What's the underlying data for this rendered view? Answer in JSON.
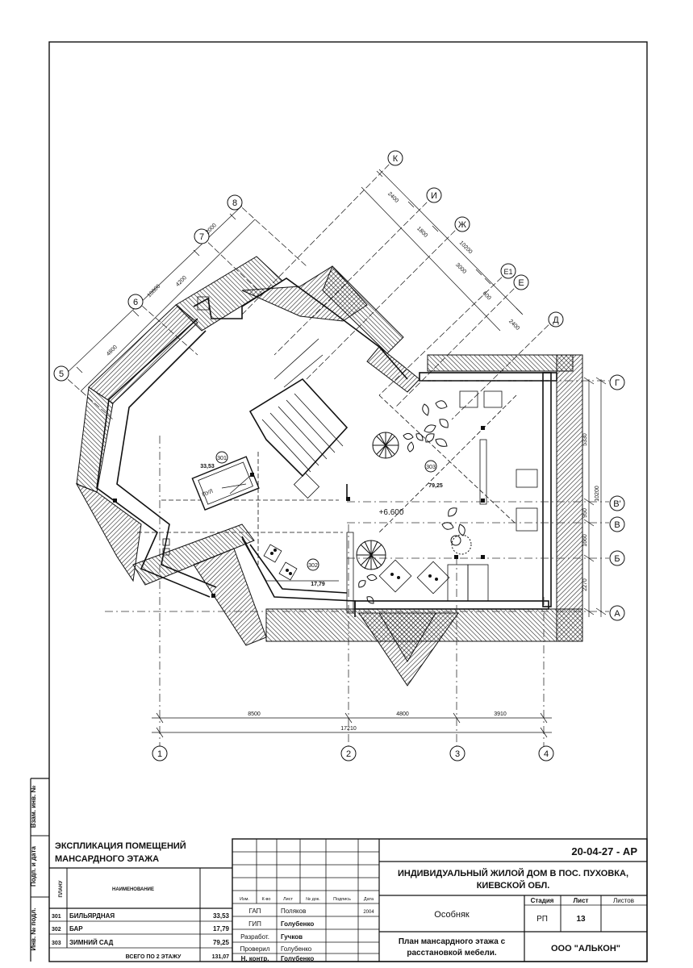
{
  "axes": {
    "vertical": [
      "1",
      "2",
      "3",
      "4"
    ],
    "horizontal": [
      "Г",
      "В'",
      "В",
      "Б",
      "А"
    ],
    "diagonal_top": [
      "К",
      "И",
      "Ж",
      "Е1",
      "Е",
      "Д"
    ],
    "diagonal_left": [
      "8",
      "7",
      "6",
      "5"
    ]
  },
  "dimensions": {
    "bottom": [
      "8500",
      "4800",
      "3910",
      "17210"
    ],
    "right": [
      "5330",
      "950",
      "1660",
      "2270",
      "10200"
    ],
    "diag_right": [
      "2400",
      "1800",
      "3000",
      "600",
      "2400",
      "10200"
    ],
    "diag_left": [
      "2000",
      "4200",
      "4800",
      "10800"
    ]
  },
  "rooms": [
    {
      "num": "301",
      "area": "33,53"
    },
    {
      "num": "302",
      "area": "17,79"
    },
    {
      "num": "303",
      "area": "79,25"
    }
  ],
  "labels": {
    "level": "+6.600",
    "billiard": "ПУЛ"
  },
  "explication": {
    "title1": "ЭКСПЛИКАЦИЯ ПОМЕЩЕНИЙ",
    "title2": "МАНСАРДНОГО ЭТАЖА",
    "col_plan": "ПЛАНУ",
    "col_name": "НАИМЕНОВАНИЕ",
    "rows": [
      {
        "num": "301",
        "name": "БИЛЬЯРДНАЯ",
        "area": "33,53"
      },
      {
        "num": "302",
        "name": "БАР",
        "area": "17,79"
      },
      {
        "num": "303",
        "name": "ЗИМНИЙ САД",
        "area": "79,25"
      }
    ],
    "total_label": "ВСЕГО ПО 2 ЭТАЖУ",
    "total": "131,07"
  },
  "side_labels": [
    "Взам. инв. №",
    "Подп. и дата",
    "Инв. № подл."
  ],
  "stamp": {
    "code": "20-04-27 - АР",
    "project1": "ИНДИВИДУАЛЬНЫЙ ЖИЛОЙ ДОМ В ПОС. ПУХОВКА,",
    "project2": "КИЕВСКОЙ ОБЛ.",
    "headers": [
      "Изм.",
      "К-во",
      "Лист",
      "№ док.",
      "Подпись",
      "Дата"
    ],
    "people": [
      {
        "role": "ГАП",
        "name": "Поляков",
        "date": "2004"
      },
      {
        "role": "ГИП",
        "name": "Голубенко",
        "date": ""
      },
      {
        "role": "Разработ.",
        "name": "Гучков",
        "date": ""
      },
      {
        "role": "Проверил",
        "name": "Голубенко",
        "date": ""
      },
      {
        "role": "Н. контр.",
        "name": "Голубенко",
        "date": ""
      }
    ],
    "object": "Особняк",
    "stage_h": "Стадия",
    "sheet_h": "Лист",
    "sheets_h": "Листов",
    "stage": "РП",
    "sheet": "13",
    "drawing1": "План мансардного этажа с",
    "drawing2": "расстановкой мебели.",
    "company": "ООО \"АЛЬКОН\""
  }
}
